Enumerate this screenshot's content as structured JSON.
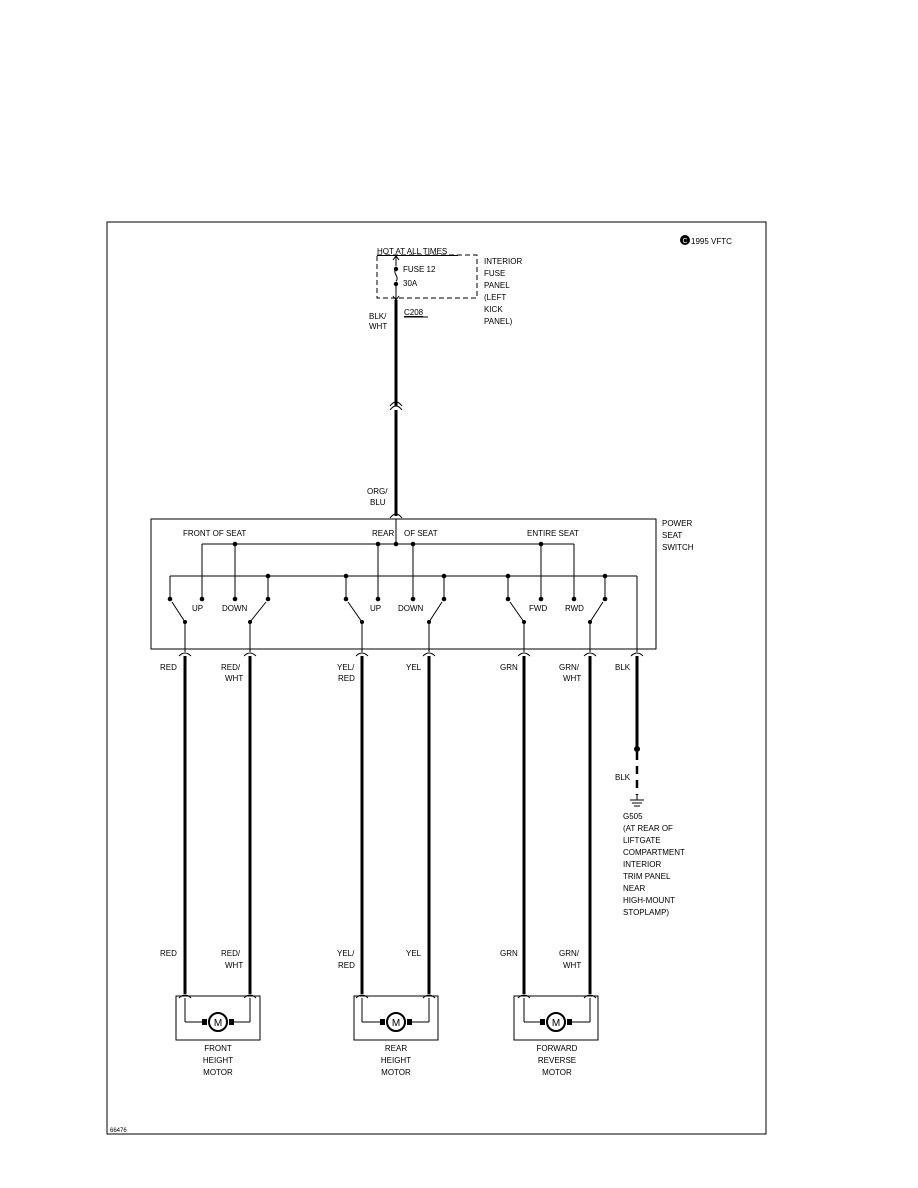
{
  "copyright": "1995 VFTC",
  "copyright_symbol": "C",
  "diagram_id": "66476",
  "fuse_panel": {
    "hot_label": "HOT AT ALL TIMES",
    "fuse_line1": "FUSE 12",
    "fuse_line2": "30A",
    "panel_lines": [
      "INTERIOR",
      "FUSE",
      "PANEL",
      "(LEFT",
      "KICK",
      "PANEL)"
    ],
    "connector": "C208"
  },
  "feed_wire": {
    "top": [
      "BLK/",
      "WHT"
    ],
    "bottom": [
      "ORG/",
      "BLU"
    ]
  },
  "switch": {
    "title_lines": [
      "POWER",
      "SEAT",
      "SWITCH"
    ],
    "front_group": "FRONT OF SEAT",
    "rear_group_part1": "REAR",
    "rear_group_part2": "OF SEAT",
    "entire_group": "ENTIRE SEAT",
    "contacts": [
      "UP",
      "DOWN",
      "UP",
      "DOWN",
      "FWD",
      "RWD"
    ]
  },
  "wires": [
    {
      "top": [
        "RED"
      ],
      "bottom": [
        "RED"
      ]
    },
    {
      "top": [
        "RED/",
        "WHT"
      ],
      "bottom": [
        "RED/",
        "WHT"
      ]
    },
    {
      "top": [
        "YEL/",
        "RED"
      ],
      "bottom": [
        "YEL/",
        "RED"
      ]
    },
    {
      "top": [
        "YEL"
      ],
      "bottom": [
        "YEL"
      ]
    },
    {
      "top": [
        "GRN"
      ],
      "bottom": [
        "GRN"
      ]
    },
    {
      "top": [
        "GRN/",
        "WHT"
      ],
      "bottom": [
        "GRN/",
        "WHT"
      ]
    }
  ],
  "ground": {
    "wire_top": "BLK",
    "wire_mid": "BLK",
    "lines": [
      "G505",
      "(AT REAR OF",
      "LIFTGATE",
      "COMPARTMENT",
      "INTERIOR",
      "TRIM PANEL",
      "NEAR",
      "HIGH-MOUNT",
      "STOPLAMP)"
    ]
  },
  "motor_symbol": "M",
  "motors": [
    {
      "lines": [
        "FRONT",
        "HEIGHT",
        "MOTOR"
      ]
    },
    {
      "lines": [
        "REAR",
        "HEIGHT",
        "MOTOR"
      ]
    },
    {
      "lines": [
        "FORWARD",
        "REVERSE",
        "MOTOR"
      ]
    }
  ]
}
